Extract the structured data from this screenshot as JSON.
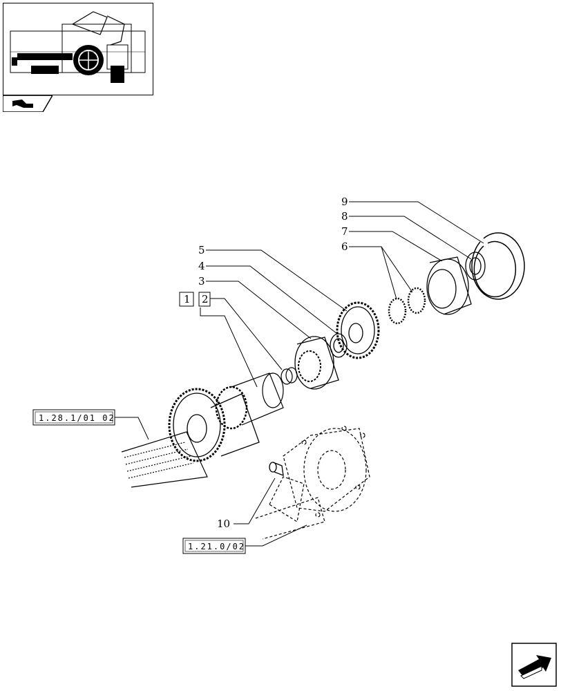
{
  "thumbnail": {
    "icon": "tractor-transmission-thumbnail"
  },
  "tab": {
    "icon": "book-arrow-icon"
  },
  "nav": {
    "icon": "next-page-arrow-icon"
  },
  "callouts": {
    "c1": "1",
    "c2": "2",
    "c3": "3",
    "c4": "4",
    "c5": "5",
    "c6": "6",
    "c7": "7",
    "c8": "8",
    "c9": "9",
    "c10": "10"
  },
  "references": {
    "ref_top": "1.28.1/01 02",
    "ref_bottom": "1.21.0/02"
  }
}
